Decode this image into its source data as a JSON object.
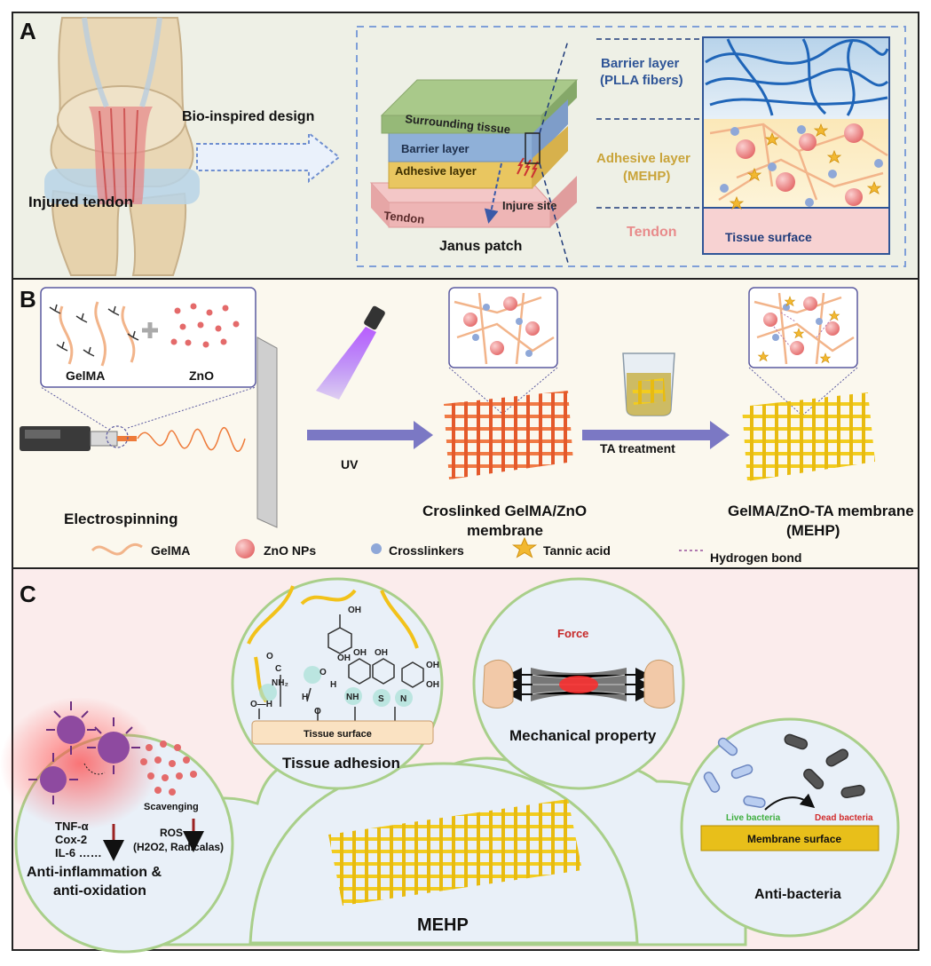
{
  "panel_a": {
    "letter": "A",
    "injured_tendon": "Injured tendon",
    "design_label": "Bio-inspired design",
    "layer_surrounding": "Surrounding tissue",
    "layer_barrier": "Barrier layer",
    "layer_adhesive": "Adhesive layer",
    "layer_tendon": "Tendon",
    "injure_site": "Injure site",
    "janus_patch": "Janus patch",
    "detail_barrier_1": "Barrier layer",
    "detail_barrier_2": "(PLLA fibers)",
    "detail_adhesive_1": "Adhesive layer",
    "detail_adhesive_2": "(MEHP)",
    "detail_tendon": "Tendon",
    "tissue_surface": "Tissue surface"
  },
  "panel_b": {
    "letter": "B",
    "gelma": "GelMA",
    "zno": "ZnO",
    "uv": "UV",
    "ta_treatment": "TA treatment",
    "electrospinning": "Electrospinning",
    "crosslinked_1": "Croslinked GelMA/ZnO",
    "crosslinked_2": "membrane",
    "final_1": "GelMA/ZnO-TA membrane",
    "final_2": "(MEHP)",
    "legend": {
      "gelma": "GelMA",
      "zno_nps": "ZnO NPs",
      "crosslinkers": "Crosslinkers",
      "tannic_acid": "Tannic acid",
      "hydrogen_bond": "Hydrogen bond"
    }
  },
  "panel_c": {
    "letter": "C",
    "tissue_surface": "Tissue surface",
    "tissue_adhesion": "Tissue adhesion",
    "force": "Force",
    "mechanical_property": "Mechanical property",
    "tnf": "TNF-α",
    "cox": "Cox-2",
    "il6": "IL-6 ……",
    "scavenging": "Scavenging",
    "ros_1": "ROS",
    "ros_2": "(H2O2, Radicalas)",
    "anti_inflam_1": "Anti-inflammation &",
    "anti_inflam_2": "anti-oxidation",
    "live_bacteria": "Live bacteria",
    "dead_bacteria": "Dead bacteria",
    "membrane_surface": "Membrane surface",
    "anti_bacteria": "Anti-bacteria",
    "mehp": "MEHP",
    "chem": {
      "oh": "OH",
      "o": "O",
      "h": "H",
      "c": "C",
      "nh2": "NH₂",
      "nh": "NH",
      "n": "N",
      "s": "S",
      "oh_h": "O—H"
    }
  },
  "colors": {
    "panel_a_bg": "#eef0e6",
    "panel_b_bg": "#fbf8ee",
    "panel_c_bg": "#fbecec",
    "barrier_blue": "#2f5597",
    "adhesive_gold": "#c9a43a",
    "tendon_pink": "#e88b8b",
    "arrow_purple": "#7b78c4",
    "circle_fill": "#e9f0f8",
    "circle_stroke": "#a9cf8a",
    "fiber_orange": "#f2b48a",
    "yellow_mesh": "#f2cc1f",
    "orange_mesh": "#ee6b3a"
  }
}
